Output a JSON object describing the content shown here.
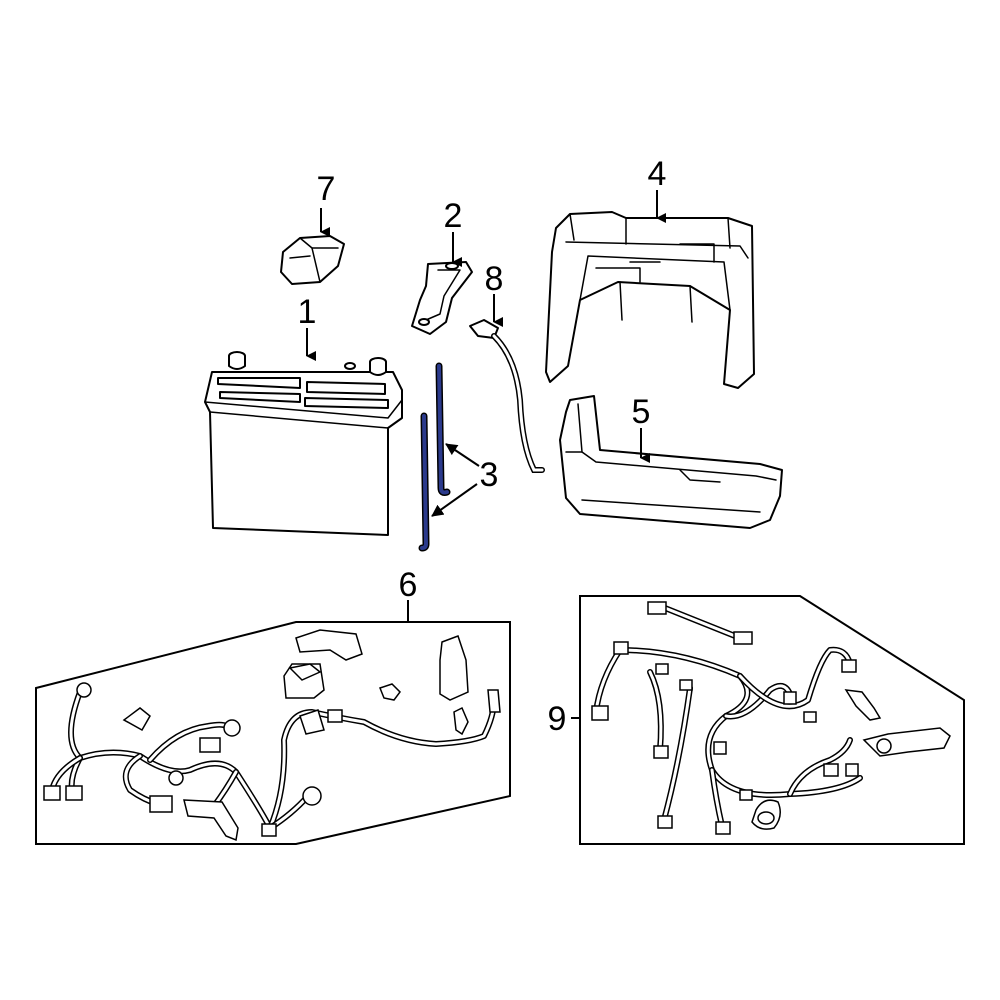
{
  "callouts": [
    {
      "label": "1"
    },
    {
      "label": "2"
    },
    {
      "label": "3"
    },
    {
      "label": "4"
    },
    {
      "label": "5"
    },
    {
      "label": "6"
    },
    {
      "label": "7"
    },
    {
      "label": "8"
    },
    {
      "label": "9"
    }
  ],
  "colors": {
    "line": "#000000",
    "highlight_part": "#2b3a8c",
    "background": "#ffffff"
  }
}
